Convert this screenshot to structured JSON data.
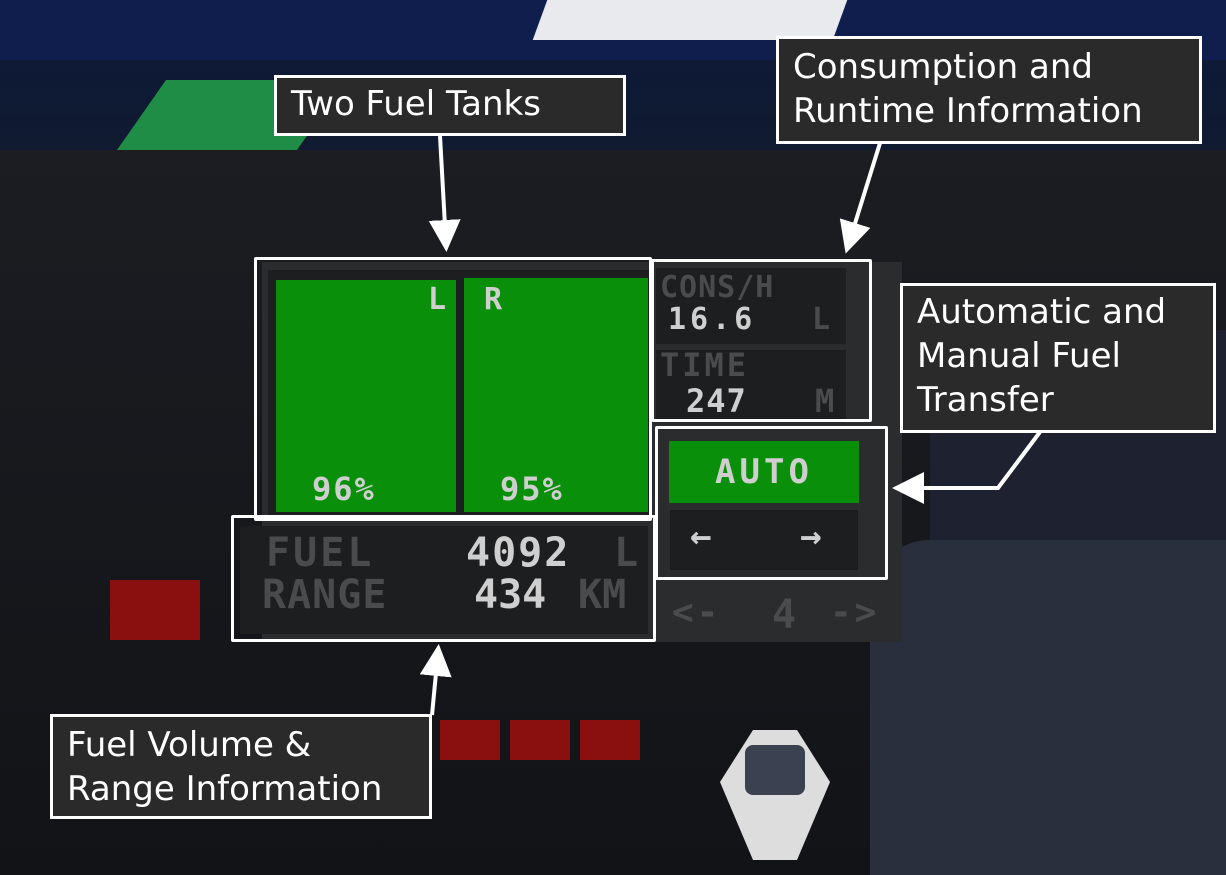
{
  "fuel_panel": {
    "tank_left_label": "L",
    "tank_right_label": "R",
    "tank_left_percent": "96%",
    "tank_right_percent": "95%",
    "tank_left_level": 96,
    "tank_right_level": 95,
    "cons_label": "CONS/H",
    "cons_value": "16.6",
    "cons_unit": "L",
    "time_label": "TIME",
    "time_value": "247",
    "time_unit": "M",
    "auto_button": "AUTO",
    "transfer_left": "←",
    "transfer_right": "→",
    "fuel_label": "FUEL",
    "fuel_value": "4092",
    "fuel_unit": "L",
    "range_label": "RANGE",
    "range_value": "434",
    "range_unit": "KM",
    "page_prev": "<-",
    "page_number": "4",
    "page_next": "->"
  },
  "callouts": {
    "tanks": "Two Fuel Tanks",
    "consumption": "Consumption and Runtime Information",
    "transfer": "Automatic and Manual Fuel Transfer",
    "volume": "Fuel Volume & Range Information"
  },
  "colors": {
    "tank_green": "#0a8f0a",
    "callout_bg": "#2a2a2a"
  }
}
